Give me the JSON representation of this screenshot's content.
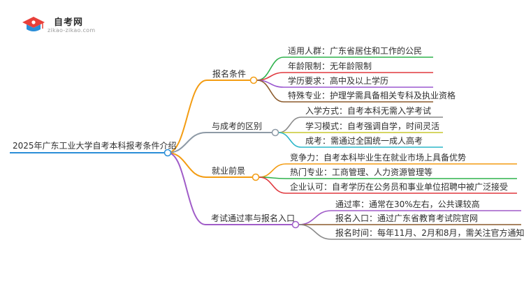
{
  "logo": {
    "title": "自考网",
    "subtitle": "zikao-zikao.com",
    "icon": "graduation-cap-icon",
    "colors": {
      "red": "#e8403a",
      "blue": "#2a8ed8"
    }
  },
  "mindmap": {
    "root": "2025年广东工业大学自考本科报考条件介绍",
    "branches": [
      {
        "label": "报名条件",
        "color": "#f39c12",
        "children": [
          {
            "text": "适用人群：广东省居住和工作的公民",
            "color": "#2fb24c"
          },
          {
            "text": "年龄限制：无年龄限制",
            "color": "#e0383e"
          },
          {
            "text": "学历要求：高中及以上学历",
            "color": "#9b59d0"
          },
          {
            "text": "特殊专业：护理学需具备相关专科及执业资格",
            "color": "#8b5a2b"
          }
        ]
      },
      {
        "label": "与成考的区别",
        "color": "#8e9aa6",
        "children": [
          {
            "text": "入学方式：自考本科无需入学考试",
            "color": "#8a8a8a"
          },
          {
            "text": "学习模式：自考强调自学，时间灵活",
            "color": "#c8c830"
          },
          {
            "text": "成考：需通过全国统一成人高考",
            "color": "#2bb7c9"
          }
        ]
      },
      {
        "label": "就业前景",
        "color": "#f39c12",
        "children": [
          {
            "text": "竞争力：自考本科毕业生在就业市场上具备优势",
            "color": "#f39c12"
          },
          {
            "text": "热门专业：工商管理、人力资源管理等",
            "color": "#2fb24c"
          },
          {
            "text": "企业认可：自考学历在公务员和事业单位招聘中被广泛接受",
            "color": "#e0383e"
          }
        ]
      },
      {
        "label": "考试通过率与报名入口",
        "color": "#a05cc8",
        "children": [
          {
            "text": "通过率：通常在30%左右，公共课较高",
            "color": "#a05cc8"
          },
          {
            "text": "报名入口：通过广东省教育考试院官网",
            "color": "#8b5a2b"
          },
          {
            "text": "报名时间：每年11月、2月和8月，需关注官方通知",
            "color": "#8a8a8a"
          }
        ]
      }
    ]
  }
}
